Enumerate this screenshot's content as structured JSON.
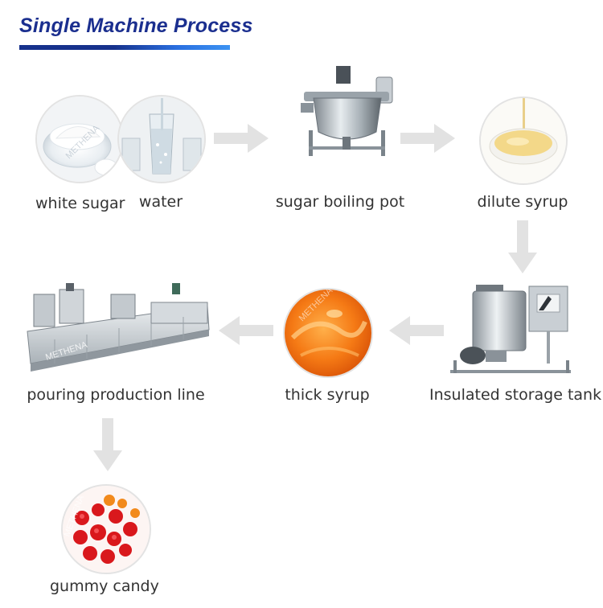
{
  "title": "Single Machine Process",
  "brand_colors": {
    "title": "#1b2f8f",
    "arrow": "#e2e2e2"
  },
  "watermark": "METHENA",
  "steps": {
    "white_sugar": "white sugar",
    "water": "water",
    "sugar_boiling_pot": "sugar boiling pot",
    "dilute_syrup": "dilute syrup",
    "insulated_storage_tank": "Insulated storage tank",
    "thick_syrup": "thick syrup",
    "pouring_production_line": "pouring production line",
    "gummy_candy": "gummy candy"
  }
}
